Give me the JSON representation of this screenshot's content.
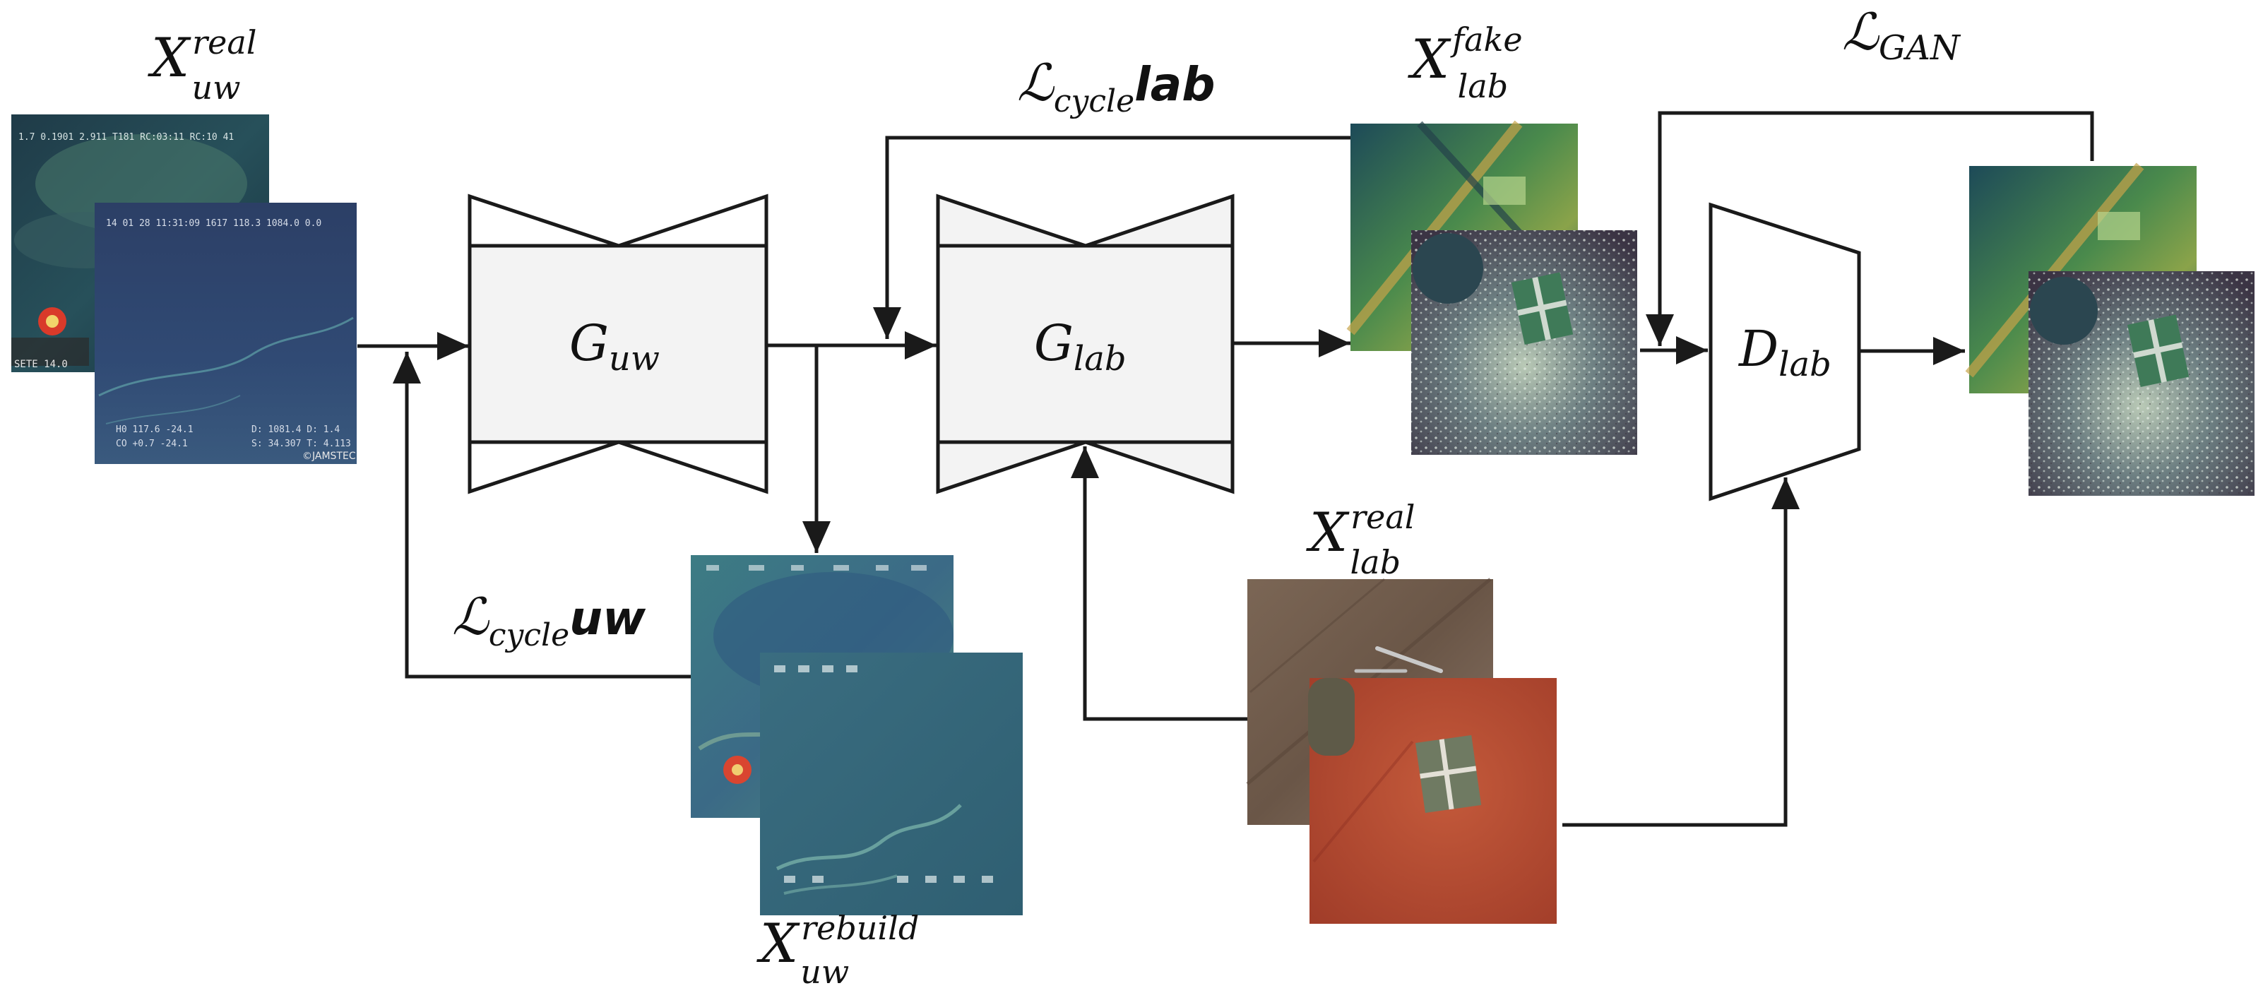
{
  "labels": {
    "x_uw_real": {
      "base": "X",
      "sup": "real",
      "sub": "uw"
    },
    "x_lab_fake": {
      "base": "X",
      "sup": "fake",
      "sub": "lab"
    },
    "x_lab_real": {
      "base": "X",
      "sup": "real",
      "sub": "lab"
    },
    "x_uw_rebuild": {
      "base": "X",
      "sup": "rebuild",
      "sub": "uw"
    },
    "loss_cycle_lab": {
      "symbol": "ℒ",
      "sub": "cycle",
      "tail": "lab"
    },
    "loss_cycle_uw": {
      "symbol": "ℒ",
      "sub": "cycle",
      "tail": "uw"
    },
    "loss_gan": {
      "symbol": "ℒ",
      "sub": "GAN"
    }
  },
  "blocks": {
    "g_uw": {
      "base": "G",
      "sub": "uw"
    },
    "g_lab": {
      "base": "G",
      "sub": "lab"
    },
    "d_lab": {
      "base": "D",
      "sub": "lab"
    }
  },
  "image_overlays": {
    "uw_real_back_top": "1.7   0.1901   2.911   T181   RC:03:11 RC:10 41",
    "uw_real_front_top": "14 01 28  11:31:09   1617   118.3   1084.0   0.0",
    "uw_real_front_bottom_left": "H0   117.6   -24.1\nCO   +0.7   -24.1",
    "uw_real_front_bottom_right": "D: 1081.4   D: 1.4\nS: 34.307   T: 4.113",
    "uw_real_front_credit": "©JAMSTEC",
    "uw_real_back_corner": "SETE 14.0"
  },
  "colors": {
    "block_fill": "#f3f3f3",
    "stroke": "#1a1a1a",
    "underwater_dark": "#1d3346",
    "underwater_green": "#2f6a55",
    "lab_floor_red": "#b5482f",
    "lab_wood": "#6e5a4c"
  }
}
